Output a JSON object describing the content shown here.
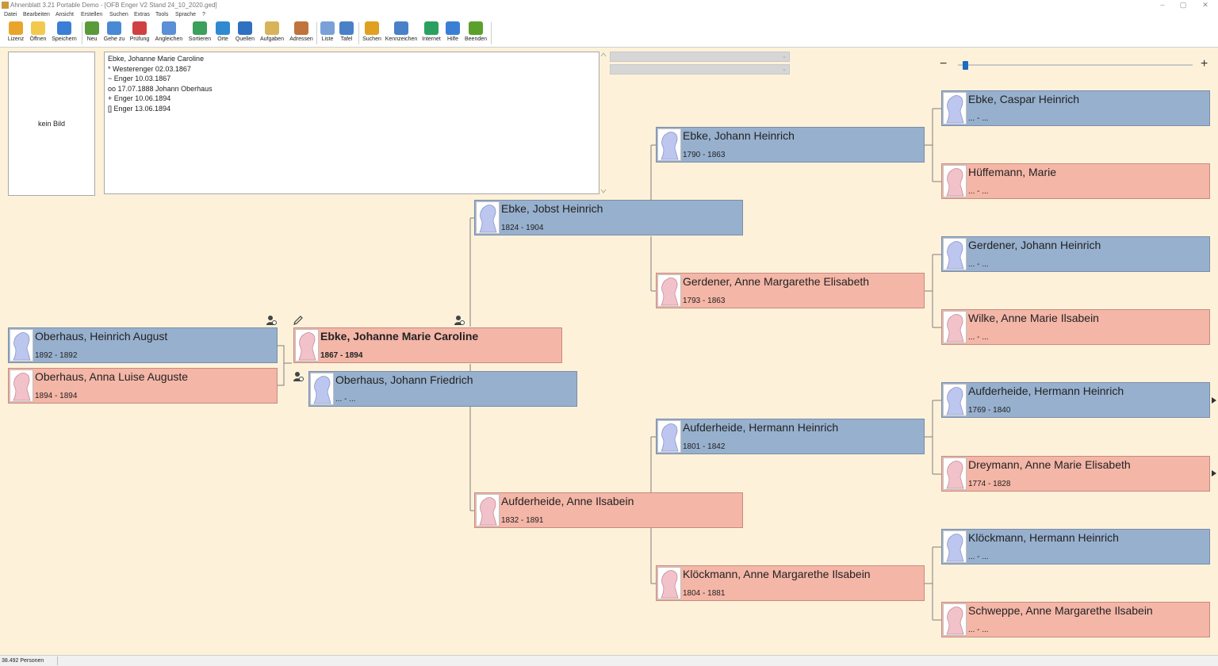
{
  "window": {
    "title": "Ahnenblatt 3.21 Portable Demo - [OFB Enger V2 Stand 24_10_2020.ged]"
  },
  "menu": [
    "Datei",
    "Bearbeiten",
    "Ansicht",
    "Erstellen",
    "Suchen",
    "Extras",
    "Tools",
    "Sprache",
    "?"
  ],
  "toolbar": [
    {
      "label": "Lizenz",
      "icon": "license-icon",
      "color": "#e9a52b"
    },
    {
      "label": "Öffnen",
      "icon": "folder-open-icon",
      "color": "#f2c94c"
    },
    {
      "label": "Speichern",
      "icon": "save-icon",
      "color": "#3a7fd5"
    },
    {
      "label": "Neu",
      "icon": "new-person-icon",
      "color": "#5a9a3a"
    },
    {
      "label": "Gehe zu",
      "icon": "go-to-person-icon",
      "color": "#4a8ad4"
    },
    {
      "label": "Prüfung",
      "icon": "check-icon",
      "color": "#d04040"
    },
    {
      "label": "Angleichen",
      "icon": "merge-icon",
      "color": "#5b8fd6"
    },
    {
      "label": "Sortieren",
      "icon": "sort-icon",
      "color": "#3aa05a"
    },
    {
      "label": "Orte",
      "icon": "places-globe-icon",
      "color": "#2f8ad0"
    },
    {
      "label": "Quellen",
      "icon": "sources-book-icon",
      "color": "#3070c0"
    },
    {
      "label": "Aufgaben",
      "icon": "tasks-clipboard-icon",
      "color": "#d8b35a"
    },
    {
      "label": "Adressen",
      "icon": "address-book-icon",
      "color": "#c0733a"
    },
    {
      "label": "Liste",
      "icon": "list-icon",
      "color": "#7aa0d8"
    },
    {
      "label": "Tafel",
      "icon": "tree-chart-icon",
      "color": "#4a80c8"
    },
    {
      "label": "Suchen",
      "icon": "search-icon",
      "color": "#e0a020"
    },
    {
      "label": "Kennzeichen",
      "icon": "marker-icon",
      "color": "#4a80c8"
    },
    {
      "label": "Internet",
      "icon": "internet-globe-icon",
      "color": "#2aa060"
    },
    {
      "label": "Hilfe",
      "icon": "help-icon",
      "color": "#3a7fd5"
    },
    {
      "label": "Beenden",
      "icon": "exit-icon",
      "color": "#5aa02a"
    }
  ],
  "photo": {
    "placeholder": "kein Bild"
  },
  "info": {
    "lines": [
      "Ebke, Johanne Marie Caroline",
      "* Westerenger 02.03.1867",
      "~ Enger 10.03.1867",
      "oo 17.07.1888 Johann Oberhaus",
      "+ Enger 10.06.1894",
      "[] Enger 13.06.1894"
    ]
  },
  "colors": {
    "male": "#97b0ce",
    "female": "#f4b6a7",
    "background": "#fdf2d9",
    "accent": "#1c6bc0"
  },
  "persons": [
    {
      "id": "child-1",
      "name": "Oberhaus, Heinrich August",
      "dates": "1892 - 1892",
      "sex": "m"
    },
    {
      "id": "child-2",
      "name": "Oberhaus, Anna Luise Auguste",
      "dates": "1894 - 1894",
      "sex": "f"
    },
    {
      "id": "proband",
      "name": "Ebke, Johanne Marie Caroline",
      "dates": "1867 - 1894",
      "sex": "f"
    },
    {
      "id": "spouse",
      "name": "Oberhaus, Johann Friedrich",
      "dates": "... - ...",
      "sex": "m"
    },
    {
      "id": "father",
      "name": "Ebke, Jobst Heinrich",
      "dates": "1824 - 1904",
      "sex": "m"
    },
    {
      "id": "mother",
      "name": "Aufderheide, Anne Ilsabein",
      "dates": "1832 - 1891",
      "sex": "f"
    },
    {
      "id": "gp-ff",
      "name": "Ebke, Johann Heinrich",
      "dates": "1790 - 1863",
      "sex": "m"
    },
    {
      "id": "gp-fm",
      "name": "Gerdener, Anne Margarethe Elisabeth",
      "dates": "1793 - 1863",
      "sex": "f"
    },
    {
      "id": "gp-mf",
      "name": "Aufderheide, Hermann Heinrich",
      "dates": "1801 - 1842",
      "sex": "m"
    },
    {
      "id": "gp-mm",
      "name": "Klöckmann, Anne Margarethe Ilsabein",
      "dates": "1804 - 1881",
      "sex": "f"
    },
    {
      "id": "ggp-1",
      "name": "Ebke, Caspar Heinrich",
      "dates": "... - ...",
      "sex": "m"
    },
    {
      "id": "ggp-2",
      "name": "Hüffemann, Marie",
      "dates": "... - ...",
      "sex": "f"
    },
    {
      "id": "ggp-3",
      "name": "Gerdener, Johann Heinrich",
      "dates": "... - ...",
      "sex": "m"
    },
    {
      "id": "ggp-4",
      "name": "Wilke, Anne Marie Ilsabein",
      "dates": "... - ...",
      "sex": "f"
    },
    {
      "id": "ggp-5",
      "name": "Aufderheide, Hermann Heinrich",
      "dates": "1769 - 1840",
      "sex": "m"
    },
    {
      "id": "ggp-6",
      "name": "Dreymann, Anne Marie Elisabeth",
      "dates": "1774 - 1828",
      "sex": "f"
    },
    {
      "id": "ggp-7",
      "name": "Klöckmann, Hermann Heinrich",
      "dates": "... - ...",
      "sex": "m"
    },
    {
      "id": "ggp-8",
      "name": "Schweppe, Anne Margarethe Ilsabein",
      "dates": "... - ...",
      "sex": "f"
    }
  ],
  "zoom": {
    "level": 0.03
  },
  "status": {
    "count": "38.492 Personen"
  }
}
